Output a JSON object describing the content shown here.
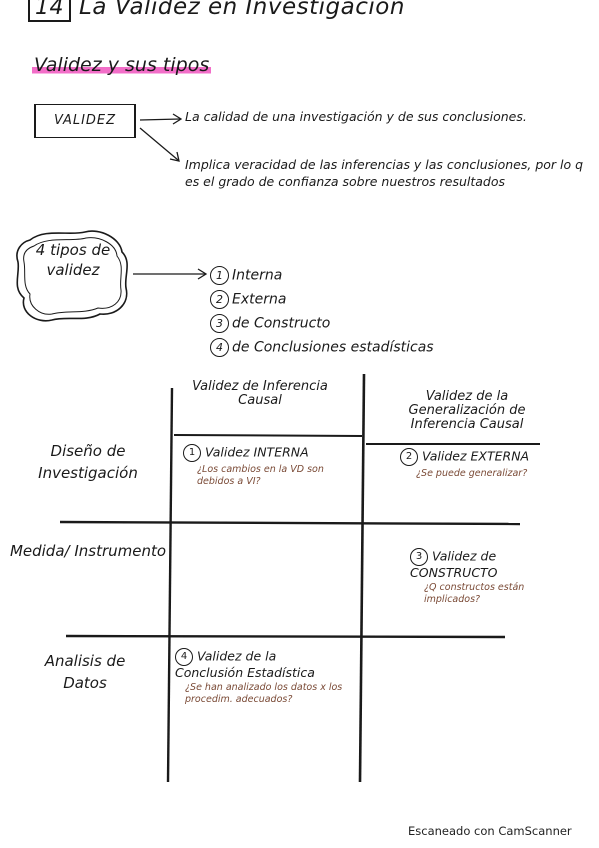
{
  "title": {
    "number": "14",
    "text": "La Validez en Investigación"
  },
  "subtitle": "Validez y sus tipos",
  "validez": {
    "label": "VALIDEZ",
    "definitions": [
      "La calidad de una investigación y de sus conclusiones.",
      "Implica veracidad de las inferencias y las conclusiones, por lo q es el grado de confianza sobre nuestros resultados"
    ]
  },
  "tipos": {
    "label": "4 tipos de validez",
    "items": [
      {
        "num": "1",
        "label": "Interna"
      },
      {
        "num": "2",
        "label": "Externa"
      },
      {
        "num": "3",
        "label": "de Constructo"
      },
      {
        "num": "4",
        "label": "de Conclusiones estadísticas"
      }
    ]
  },
  "matrix": {
    "col_headers": [
      "Validez de Inferencia Causal",
      "Validez de la Generalización de Inferencia Causal"
    ],
    "row_headers": [
      "Diseño de Investigación",
      "Medida/ Instrumento",
      "Analisis de Datos"
    ],
    "cells": {
      "interna": {
        "num": "1",
        "title": "Validez INTERNA",
        "question": "¿Los cambios en la VD son debidos a VI?"
      },
      "externa": {
        "num": "2",
        "title": "Validez EXTERNA",
        "question": "¿Se puede generalizar?"
      },
      "constructo": {
        "num": "3",
        "title": "Validez de CONSTRUCTO",
        "question": "¿Q constructos están implicados?"
      },
      "estadistica": {
        "num": "4",
        "title": "Validez de la Conclusión Estadística",
        "question": "¿Se han analizado los datos x los procedim. adecuados?"
      }
    }
  },
  "footer": "Escaneado con CamScanner"
}
